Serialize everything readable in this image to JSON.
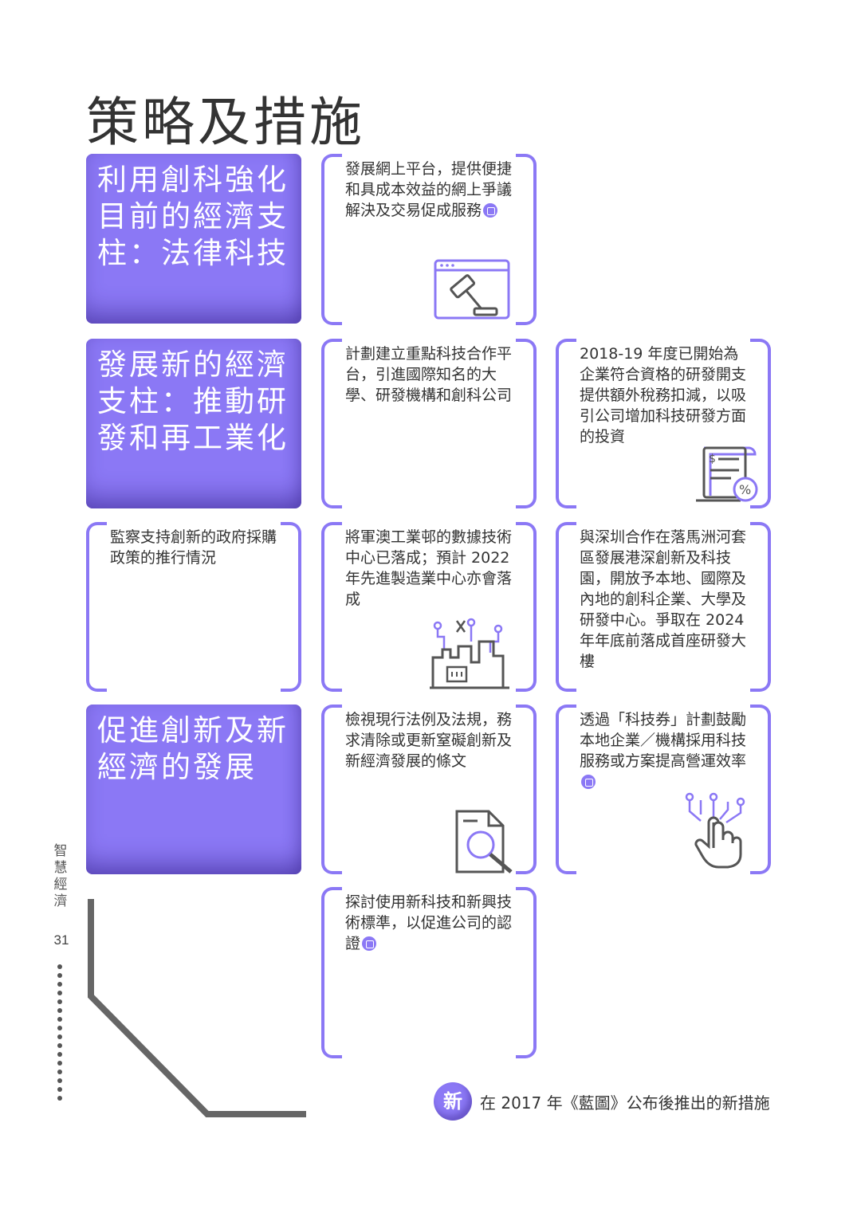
{
  "title": "策略及措施",
  "strategies": [
    {
      "label": "利用創科強化目前的經濟支柱：法律科技"
    },
    {
      "label": "發展新的經濟支柱：推動研發和再工業化"
    },
    {
      "label": "促進創新及新經濟的發展"
    }
  ],
  "measures": {
    "online_platform": {
      "text": "發展網上平台，提供便捷和具成本效益的網上爭議解決及交易促成服務",
      "new": true,
      "icon": "online-court-gavel-icon"
    },
    "tech_collab_platform": {
      "text": "計劃建立重點科技合作平台，引進國際知名的大學、研發機構和創科公司",
      "new": false
    },
    "tax_deduction": {
      "text": "2018-19 年度已開始為企業符合資格的研發開支提供額外稅務扣減，以吸引公司增加科技研發方面的投資",
      "new": false,
      "icon": "tax-document-percent-icon"
    },
    "procurement": {
      "text": "監察支持創新的政府採購政策的推行情況",
      "new": false
    },
    "data_centre": {
      "text": "將軍澳工業邨的數據技術中心已落成；預計 2022 年先進製造業中心亦會落成",
      "new": false,
      "icon": "smart-factory-icon"
    },
    "lok_ma_chau": {
      "text": "與深圳合作在落馬洲河套區發展港深創新及科技園，開放予本地、國際及內地的創科企業、大學及研發中心。爭取在 2024 年年底前落成首座研發大樓",
      "new": false
    },
    "review_laws": {
      "text": "檢視現行法例及法規，務求清除或更新窒礙創新及新經濟發展的條文",
      "new": false,
      "icon": "document-search-icon"
    },
    "tech_voucher": {
      "text": "透過「科技券」計劃鼓勵本地企業／機構採用科技服務或方案提高營運效率",
      "new": true,
      "icon": "tech-touch-hand-icon"
    },
    "certification": {
      "text": "探討使用新科技和新興技術標準，以促進公司的認證",
      "new": true
    }
  },
  "side": {
    "vertical_title": "智慧經濟",
    "page_number": "31"
  },
  "legend": {
    "badge": "新",
    "text": "在 2017 年《藍圖》公布後推出的新措施"
  },
  "colors": {
    "accent": "#8b78f5",
    "text": "#333333",
    "line": "#666666"
  }
}
